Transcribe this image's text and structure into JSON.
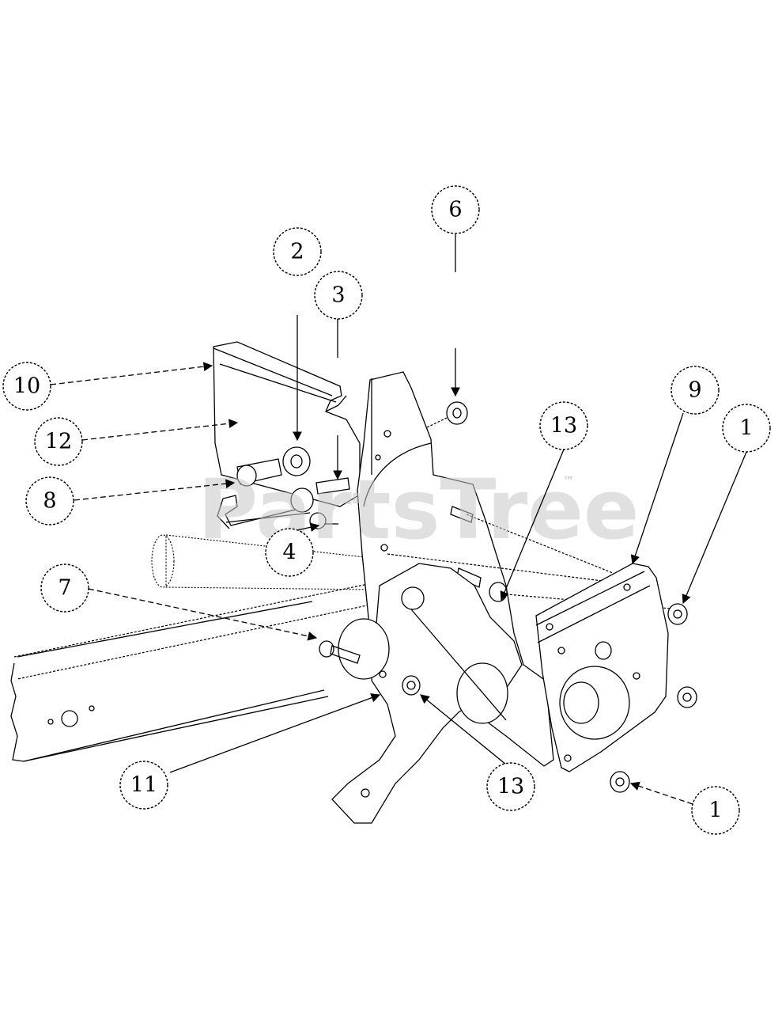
{
  "watermark": {
    "brand": "PartsTree",
    "mark": "™"
  },
  "callouts": [
    {
      "id": "c10",
      "label": "10"
    },
    {
      "id": "c12",
      "label": "12"
    },
    {
      "id": "c8",
      "label": "8"
    },
    {
      "id": "c2",
      "label": "2"
    },
    {
      "id": "c3",
      "label": "3"
    },
    {
      "id": "c4",
      "label": "4"
    },
    {
      "id": "c6",
      "label": "6"
    },
    {
      "id": "c7",
      "label": "7"
    },
    {
      "id": "c9",
      "label": "9"
    },
    {
      "id": "c1a",
      "label": "1"
    },
    {
      "id": "c13a",
      "label": "13"
    },
    {
      "id": "c11",
      "label": "11"
    },
    {
      "id": "c13b",
      "label": "13"
    },
    {
      "id": "c1b",
      "label": "1"
    }
  ]
}
